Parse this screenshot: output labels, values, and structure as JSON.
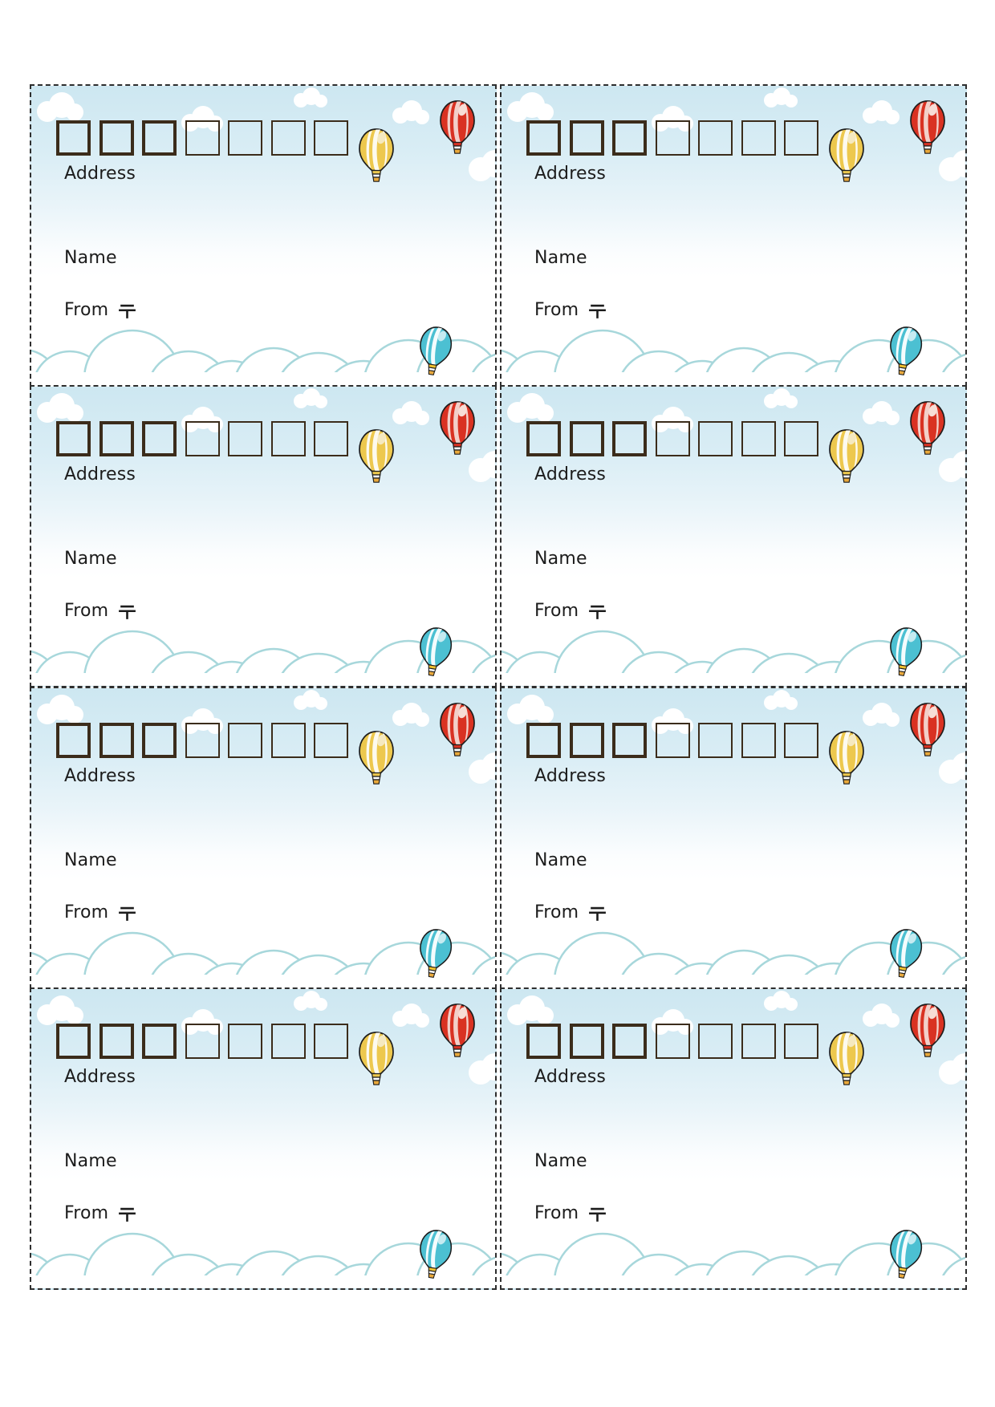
{
  "document": {
    "kind": "printable-address-label-sheet",
    "sheet": {
      "rows": 4,
      "columns": 2,
      "label_count": 8
    },
    "postal_boxes": {
      "total": 7,
      "bold_count": 3,
      "thin_count": 4
    },
    "colors": {
      "page_bg": "#ffffff",
      "sky_top": "#cde7f1",
      "sky_white": "#ffffff",
      "cloud_outline": "#a7d7db",
      "cloud_fill": "#ffffff",
      "cut_line": "#2e2e2e",
      "box_border": "#3b2c1b",
      "text": "#1c1c1c",
      "balloon_yellow": "#edc84e",
      "balloon_red": "#d93222",
      "balloon_blue": "#4cc0d2",
      "blue_balloon_skirt": "#f2c22e",
      "basket_orange": "#e9a93c"
    },
    "icons": {
      "yellow_balloon": "hot-air-balloon-yellow-icon",
      "red_balloon": "hot-air-balloon-red-icon",
      "blue_balloon": "hot-air-balloon-blue-icon",
      "postal_mark": "japanese-postal-mark-icon",
      "top_clouds": "cloud-icon",
      "cloud_band": "cloud-band-graphic"
    }
  },
  "labels": [
    {
      "address_label": "Address",
      "name_label": "Name",
      "from_label": "From",
      "postal_mark": "〒"
    },
    {
      "address_label": "Address",
      "name_label": "Name",
      "from_label": "From",
      "postal_mark": "〒"
    },
    {
      "address_label": "Address",
      "name_label": "Name",
      "from_label": "From",
      "postal_mark": "〒"
    },
    {
      "address_label": "Address",
      "name_label": "Name",
      "from_label": "From",
      "postal_mark": "〒"
    },
    {
      "address_label": "Address",
      "name_label": "Name",
      "from_label": "From",
      "postal_mark": "〒"
    },
    {
      "address_label": "Address",
      "name_label": "Name",
      "from_label": "From",
      "postal_mark": "〒"
    },
    {
      "address_label": "Address",
      "name_label": "Name",
      "from_label": "From",
      "postal_mark": "〒"
    },
    {
      "address_label": "Address",
      "name_label": "Name",
      "from_label": "From",
      "postal_mark": "〒"
    }
  ]
}
